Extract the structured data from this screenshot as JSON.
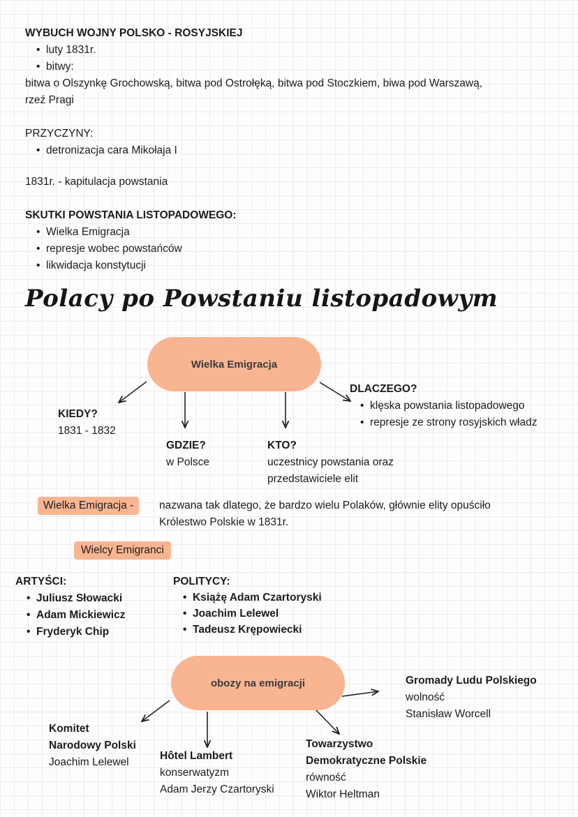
{
  "war": {
    "heading": "WYBUCH WOJNY POLSKO - ROSYJSKIEJ",
    "bullets": [
      "luty 1831r.",
      "bitwy:"
    ],
    "battles_line1": "bitwa o Olszynkę Grochowską, bitwa pod Ostrołęką, bitwa pod Stoczkiem, biwa pod Warszawą,",
    "battles_line2": "rzeź Pragi"
  },
  "causes": {
    "heading": "PRZYCZYNY:",
    "bullets": [
      "detronizacja cara Mikołaja I"
    ]
  },
  "capitulation": "1831r. - kapitulacja powstania",
  "effects": {
    "heading": "SKUTKI POWSTANIA LISTOPADOWEGO:",
    "bullets": [
      "Wielka Emigracja",
      "represje wobec powstańców",
      "likwidacja konstytucji"
    ]
  },
  "section_title": "Polacy po Powstaniu listopadowym",
  "emigration_map": {
    "center": "Wielka Emigracja",
    "when": {
      "label": "KIEDY?",
      "value": "1831 - 1832"
    },
    "where": {
      "label": "GDZIE?",
      "value": "w Polsce"
    },
    "who": {
      "label": "KTO?",
      "value_line1": "uczestnicy powstania oraz",
      "value_line2": "przedstawiciele elit"
    },
    "why": {
      "label": "DLACZEGO?",
      "bullets": [
        "klęska powstania listopadowego",
        "represje ze strony rosyjskich władz"
      ]
    }
  },
  "definition": {
    "term": "Wielka Emigracja -",
    "line1": "nazwana tak dlatego, że bardzo wielu Polaków, głównie elity opuściło",
    "line2": "Królestwo Polskie w 1831r."
  },
  "emigrants": {
    "tag": "Wielcy Emigranci",
    "artists": {
      "label": "ARTYŚCI:",
      "names": [
        "Juliusz Słowacki",
        "Adam Mickiewicz",
        "Fryderyk Chip"
      ]
    },
    "politicians": {
      "label": "POLITYCY:",
      "names": [
        "Książę Adam Czartoryski",
        "Joachim Lelewel",
        "Tadeusz Krępowiecki"
      ]
    }
  },
  "camps_map": {
    "center": "obozy na emigracji",
    "knp": {
      "line1": "Komitet",
      "line2": "Narodowy Polski",
      "leader": "Joachim Lelewel"
    },
    "hotel": {
      "name": "Hôtel Lambert",
      "ideology": "konserwatyzm",
      "leader": "Adam Jerzy Czartoryski"
    },
    "tdp": {
      "line1": "Towarzystwo",
      "line2": "Demokratyczne Polskie",
      "ideology": "równość",
      "leader": "Wiktor Heltman"
    },
    "gromady": {
      "name": "Gromady Ludu Polskiego",
      "ideology": "wolność",
      "leader": "Stanisław Worcell"
    }
  }
}
